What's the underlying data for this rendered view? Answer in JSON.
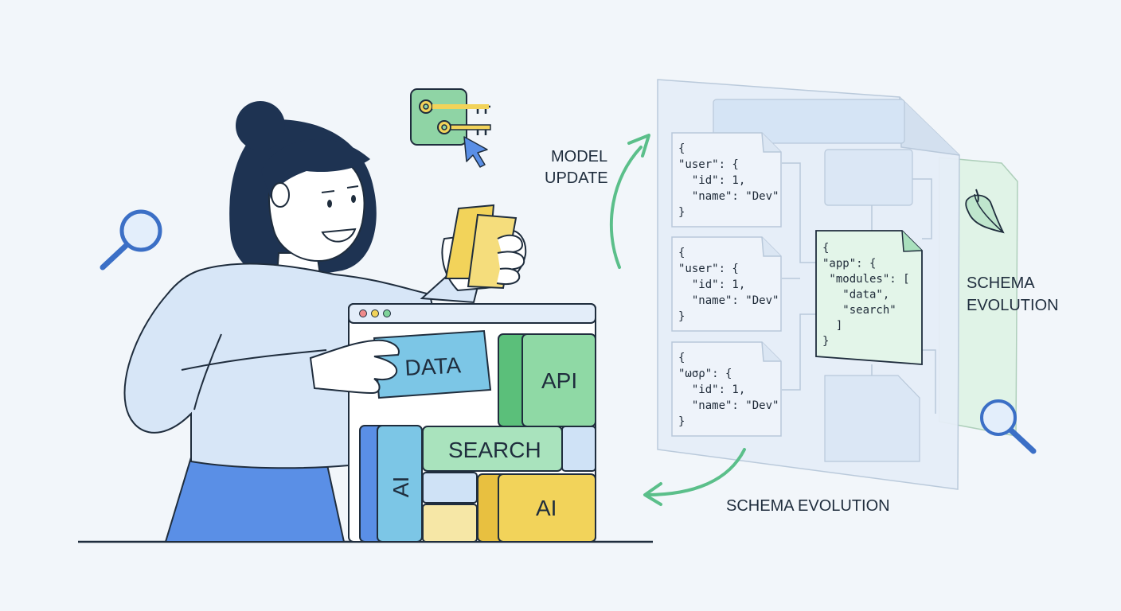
{
  "tiles": {
    "data": "DATA",
    "api": "API",
    "search": "SEARCH",
    "ai_vertical": "AI",
    "ai": "AI"
  },
  "captions": {
    "model_update_line1": "MODEL",
    "model_update_line2": "UPDATE",
    "schema_evolution_side_line1": "SCHEMA",
    "schema_evolution_side_line2": "EVOLUTION",
    "schema_evolution_bottom": "SCHEMA EVOLUTION"
  },
  "json_cards": [
    {
      "lines": [
        "{",
        "\"user\": {",
        "  \"id\": 1,",
        "  \"name\": \"Dev\"",
        "}"
      ]
    },
    {
      "lines": [
        "{",
        "\"user\": {",
        "  \"id\": 1,",
        "  \"name\": \"Dev\"",
        "}"
      ]
    },
    {
      "lines": [
        "{",
        "\"ωσρ\": {",
        "  \"id\": 1,",
        "  \"name\": \"Dev\"",
        "}"
      ]
    }
  ],
  "app_card": {
    "lines": [
      "{",
      "\"app\": {",
      " \"modules\": [",
      "   \"data\",",
      "   \"search\"",
      "  ]",
      "}"
    ]
  },
  "icons": {
    "magnifier_left": "magnifier-icon",
    "magnifier_right": "magnifier-icon",
    "keys": "keys-icon",
    "cursor": "cursor-arrow-icon",
    "leaf": "leaf-icon"
  },
  "colors": {
    "background": "#f2f6fa",
    "outline": "#1f2d3d",
    "blue_tile": "#7cc6e6",
    "green_tile": "#7fd39a",
    "yellow_tile": "#f2d35a",
    "arrow_green": "#5bbf8a",
    "skirt": "#5a8fe6",
    "sweater": "#d7e6f7",
    "hair": "#1e3352"
  }
}
